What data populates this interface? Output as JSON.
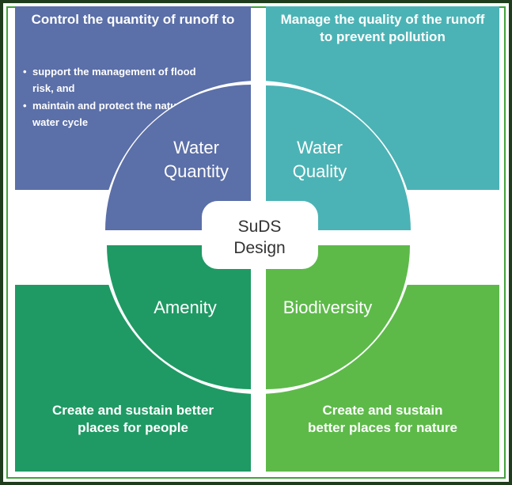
{
  "panels": {
    "top_left": {
      "title": "Control the quantity of runoff to",
      "bullets": [
        "support the management of flood risk, and",
        "maintain and protect the natural water cycle"
      ]
    },
    "top_right": {
      "title": "Manage the quality of the runoff to prevent pollution"
    },
    "bottom_left": {
      "text": "Create and sustain better places for people"
    },
    "bottom_right": {
      "text": "Create and sustain better places for nature"
    }
  },
  "wheel": {
    "quadrants": {
      "water_quantity": {
        "line1": "Water",
        "line2": "Quantity"
      },
      "water_quality": {
        "line1": "Water",
        "line2": "Quality"
      },
      "amenity": {
        "label": "Amenity"
      },
      "biodiversity": {
        "label": "Biodiversity"
      }
    },
    "center": {
      "line1": "SuDS",
      "line2": "Design"
    }
  },
  "colors": {
    "quantity": "#5b6fa8",
    "quality": "#4bb3b5",
    "amenity": "#1f9a64",
    "biodiversity": "#5dba49",
    "frame_outer": "#1f3d1c",
    "frame_inner": "#41a33a"
  },
  "bullet_glyph": "•"
}
